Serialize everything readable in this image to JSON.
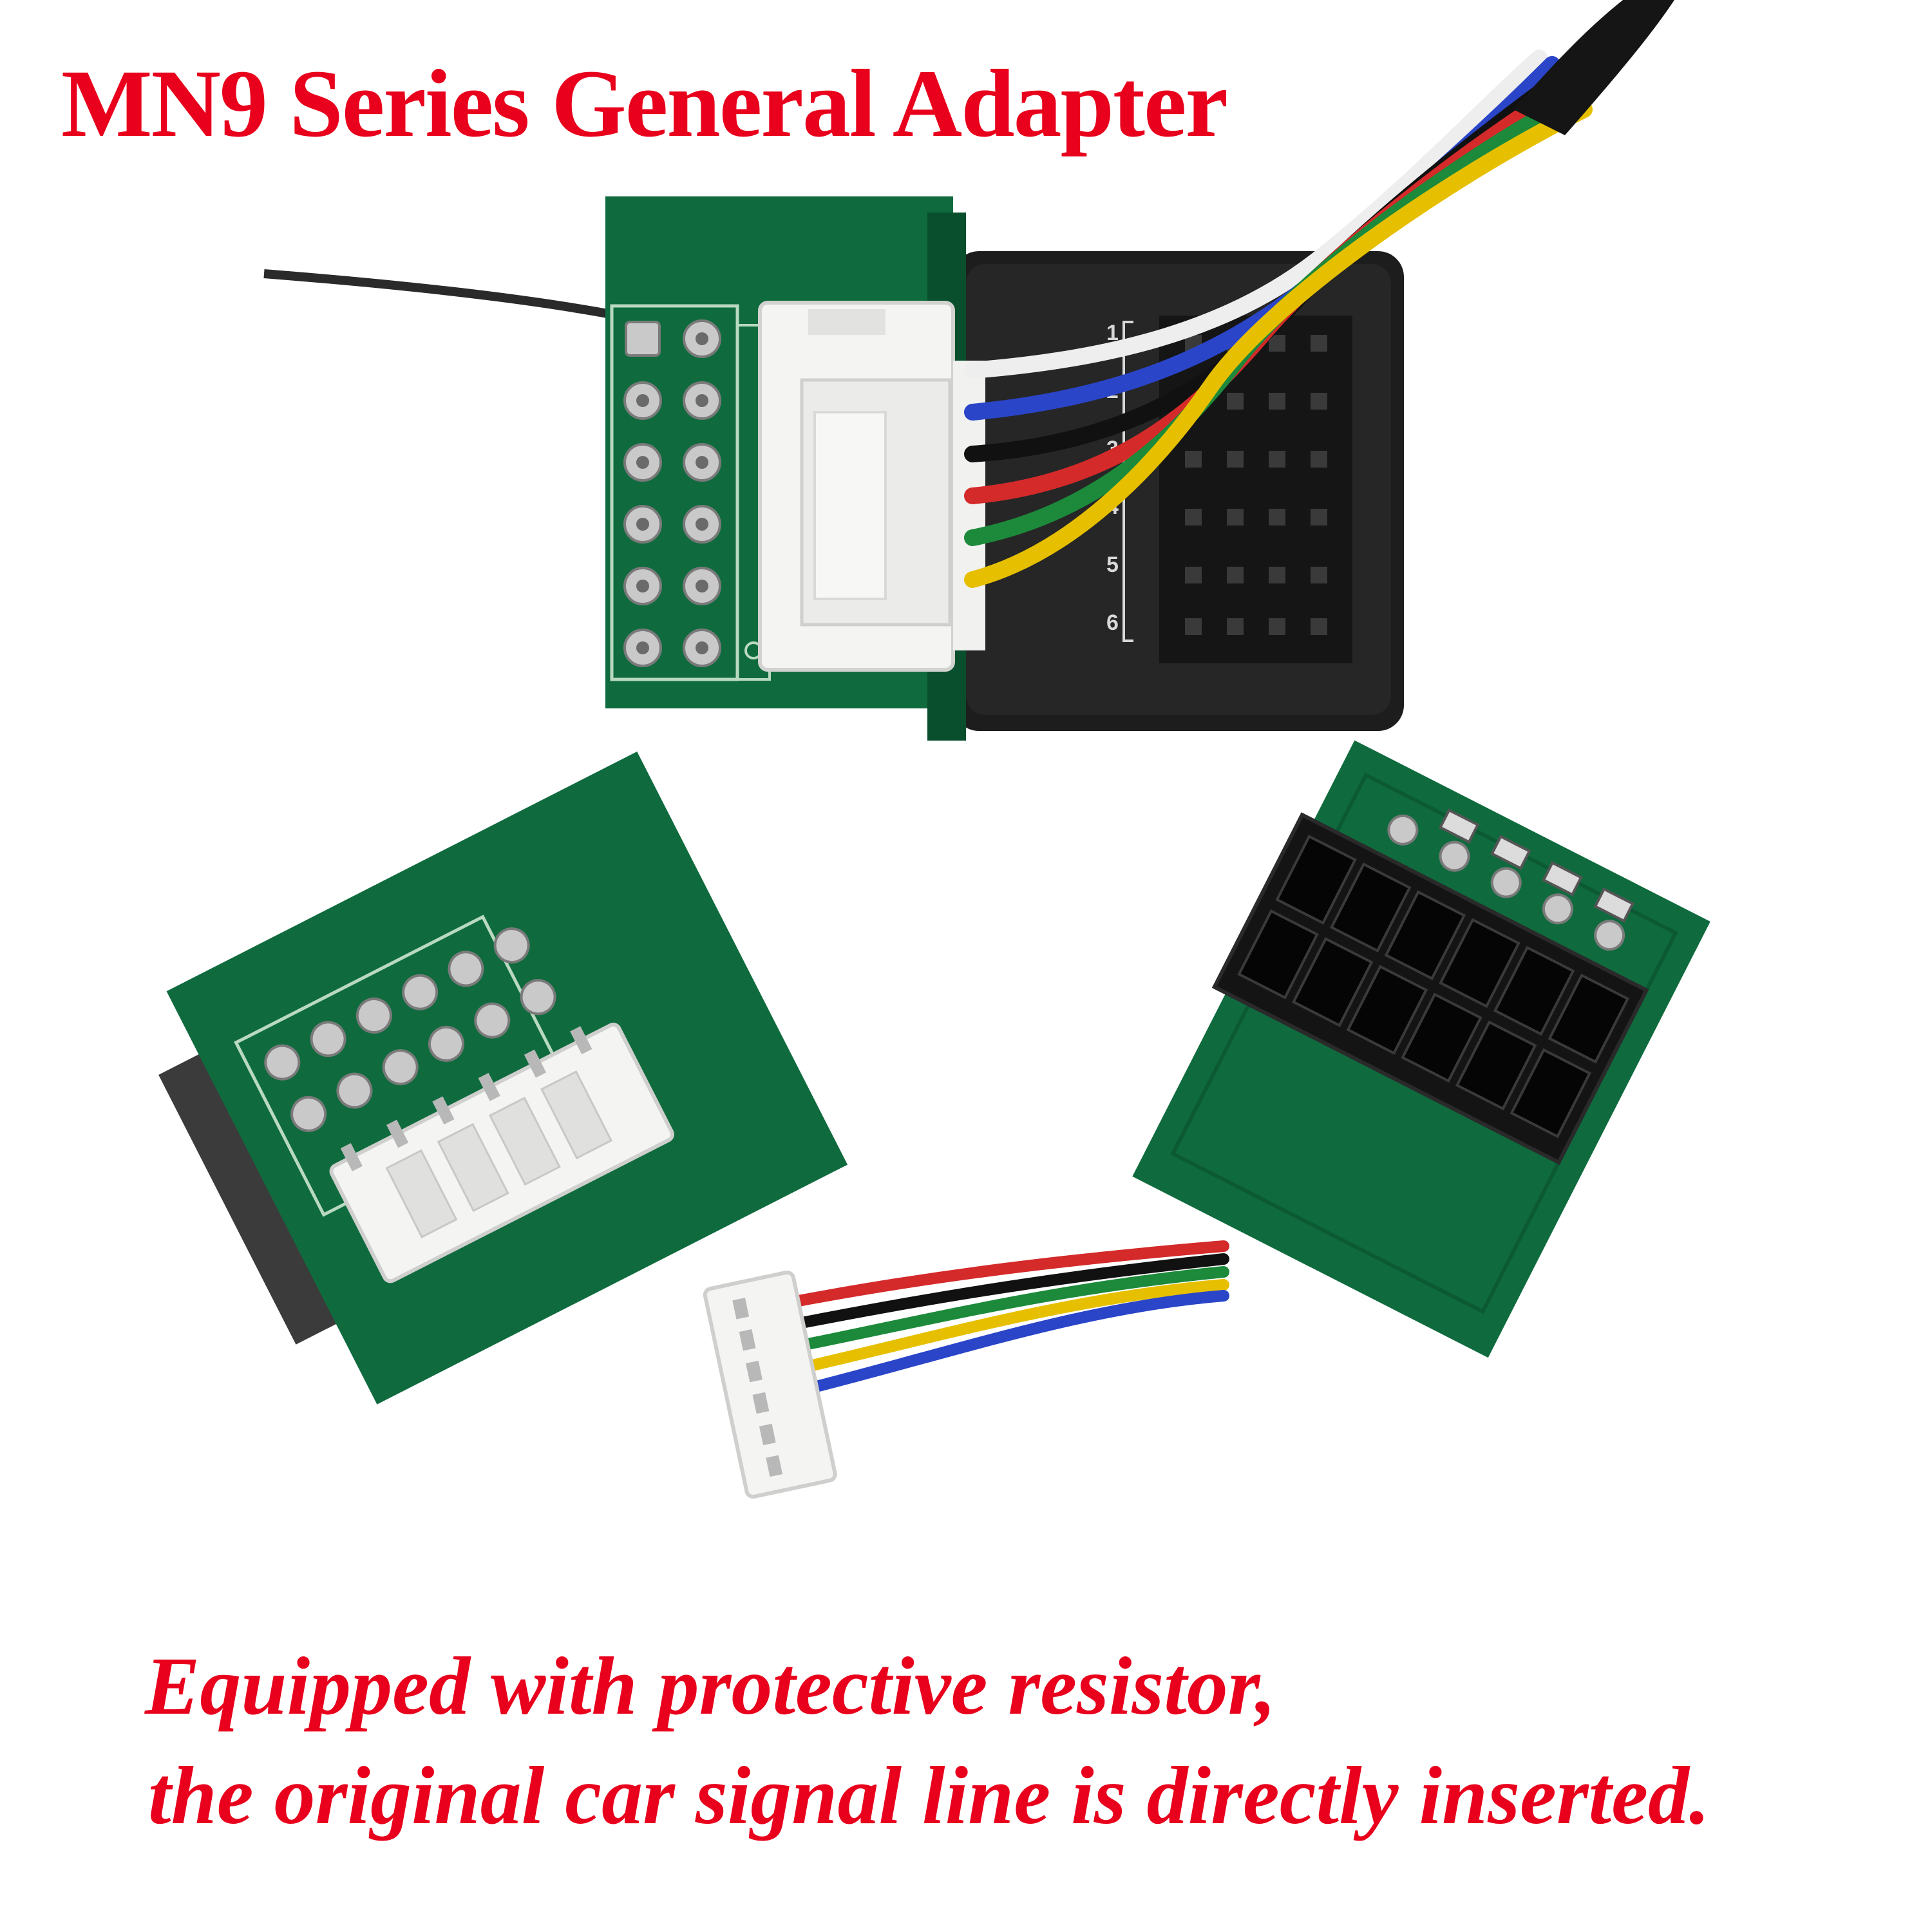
{
  "title": "MN9 Series General Adapter",
  "caption": {
    "line1": "Equipped with protective resistor,",
    "line2": "the original car signal line is directly inserted."
  },
  "receiver_labels": [
    "1",
    "2",
    "3",
    "4",
    "5",
    "6"
  ],
  "colors": {
    "text_red": "#e8001c",
    "pcb_green": "#0f6b3e",
    "pcb_dark": "#0a4f2d",
    "connector_white": "#f4f4f2",
    "receiver_black": "#1d1d1d",
    "wire_red": "#d42a2a",
    "wire_green": "#1c8a3a",
    "wire_yellow": "#e6c000",
    "wire_blue": "#2a45c8",
    "wire_black": "#111111",
    "wire_white": "#eeeeee"
  }
}
